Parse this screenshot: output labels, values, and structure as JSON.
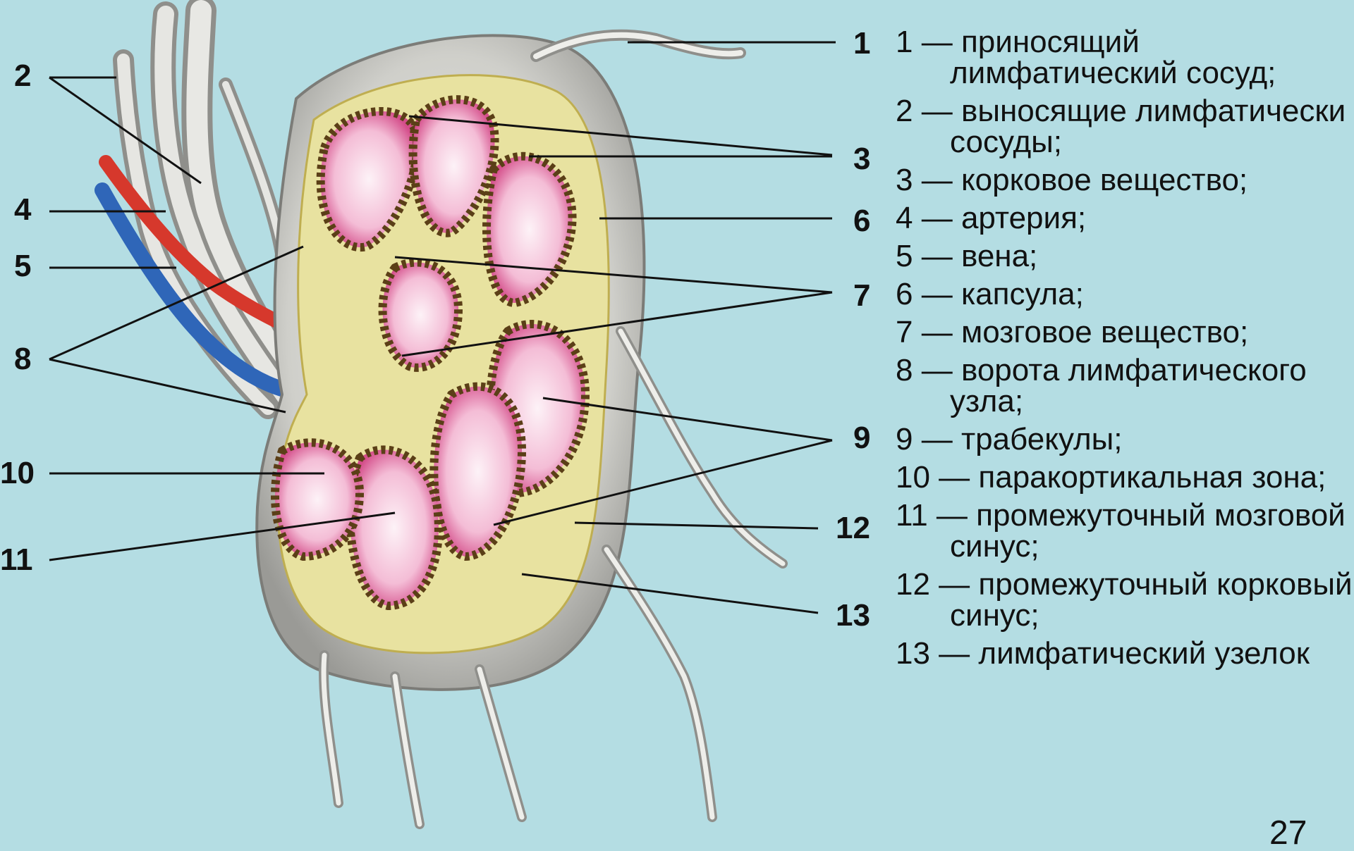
{
  "markers": [
    "1",
    "2",
    "3",
    "4",
    "5",
    "6",
    "7",
    "8",
    "9",
    "10",
    "11",
    "12",
    "13"
  ],
  "legend": [
    {
      "num": "1",
      "dash": " — ",
      "lines": [
        "приносящий",
        "лимфатический сосуд;"
      ]
    },
    {
      "num": "2",
      "dash": " — ",
      "lines": [
        "выносящие лимфатически",
        "сосуды;"
      ]
    },
    {
      "num": "3",
      "dash": " — ",
      "lines": [
        "корковое вещество;"
      ]
    },
    {
      "num": "4",
      "dash": " — ",
      "lines": [
        "артерия;"
      ]
    },
    {
      "num": "5",
      "dash": " — ",
      "lines": [
        "вена;"
      ]
    },
    {
      "num": "6",
      "dash": " — ",
      "lines": [
        "капсула;"
      ]
    },
    {
      "num": "7",
      "dash": " — ",
      "lines": [
        "мозговое вещество;"
      ]
    },
    {
      "num": "8",
      "dash": " — ",
      "lines": [
        "ворота лимфатического",
        "узла;"
      ]
    },
    {
      "num": "9",
      "dash": " — ",
      "lines": [
        "трабекулы;"
      ]
    },
    {
      "num": "10",
      "dash": " — ",
      "lines": [
        "паракортикальная зона;"
      ]
    },
    {
      "num": "11",
      "dash": " — ",
      "lines": [
        "промежуточный мозговой",
        "синус;"
      ]
    },
    {
      "num": "12",
      "dash": " — ",
      "lines": [
        "промежуточный корковый",
        "синус;"
      ]
    },
    {
      "num": "13",
      "dash": " — ",
      "lines": [
        "лимфатический узелок"
      ]
    }
  ],
  "page_number": "27",
  "colors": {
    "background": "#b4dde3",
    "capsule": "#c9c9c4",
    "medulla_yellow": "#e8e2a0",
    "cortex_pink": "#f4bcd6",
    "follicle_border": "#6a4a1c",
    "artery": "#d6382c",
    "vein": "#2f66b8"
  }
}
